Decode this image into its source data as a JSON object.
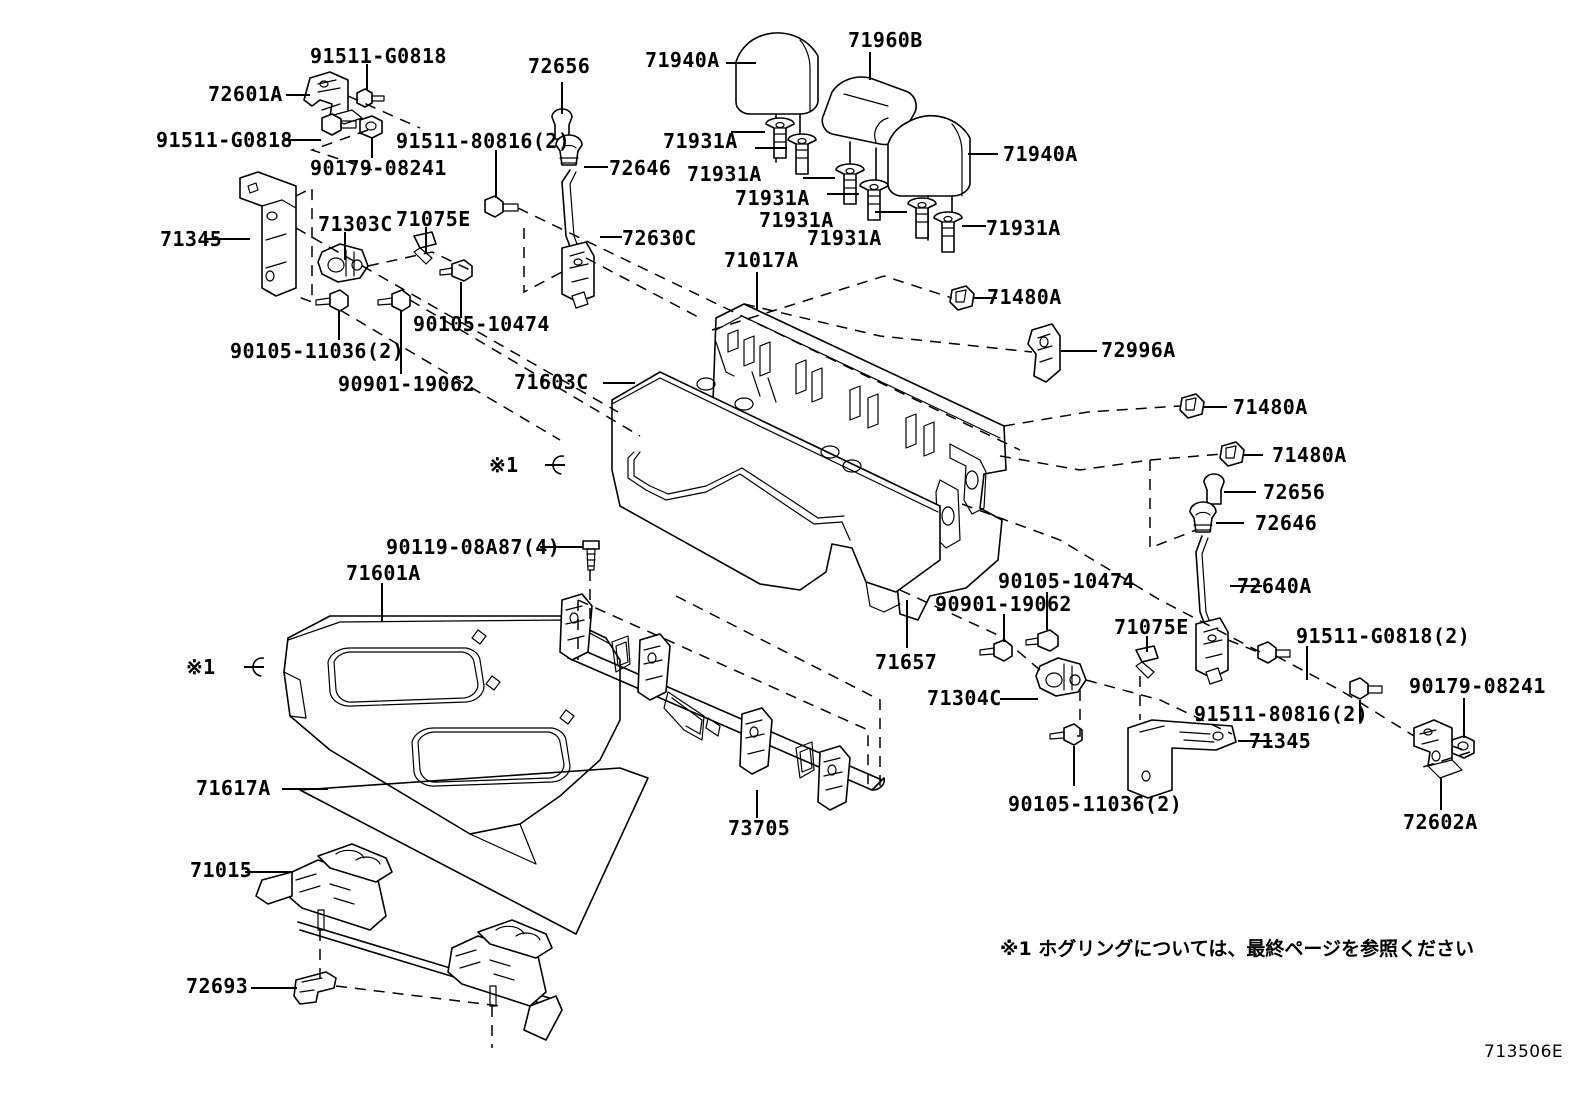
{
  "diagram": {
    "code": "713506E",
    "note": "※1  ホグリングについては、最終ページを参照ください",
    "note_marker": "※1"
  },
  "labels": {
    "l_91511_G0818_top": "91511-G0818",
    "l_72601A": "72601A",
    "l_72656_top": "72656",
    "l_71940A_left": "71940A",
    "l_71960B": "71960B",
    "l_91511_G0818_left": "91511-G0818",
    "l_91511_80816_top": "91511-80816(2)",
    "l_72646_top": "72646",
    "l_71931A_1": "71931A",
    "l_71940A_right": "71940A",
    "l_90179_08241_top": "90179-08241",
    "l_71931A_2": "71931A",
    "l_71075E_top": "71075E",
    "l_71931A_3": "71931A",
    "l_72630C": "72630C",
    "l_71931A_4": "71931A",
    "l_71931A_5": "71931A",
    "l_71931A_6": "71931A",
    "l_71345_top": "71345",
    "l_71303C": "71303C",
    "l_71017A": "71017A",
    "l_71480A_1": "71480A",
    "l_90105_10474_top": "90105-10474",
    "l_72996A": "72996A",
    "l_90105_11036_top": "90105-11036(2)",
    "l_71603C": "71603C",
    "l_71480A_2": "71480A",
    "l_90901_19062_top": "90901-19062",
    "l_71480A_3": "71480A",
    "l_hog_1": "※1",
    "l_72656_right": "72656",
    "l_72646_right": "72646",
    "l_90119_08A87": "90119-08A87(4)",
    "l_71601A": "71601A",
    "l_90105_10474_bot": "90105-10474",
    "l_72640A": "72640A",
    "l_90901_19062_bot": "90901-19062",
    "l_71075E_bot": "71075E",
    "l_91511_G0818_bot": "91511-G0818(2)",
    "l_hog_2": "※1",
    "l_71657": "71657",
    "l_71304C": "71304C",
    "l_90179_08241_bot": "90179-08241",
    "l_91511_80816_bot": "91511-80816(2)",
    "l_71345_bot": "71345",
    "l_71617A": "71617A",
    "l_73705": "73705",
    "l_90105_11036_bot": "90105-11036(2)",
    "l_72602A": "72602A",
    "l_71015": "71015",
    "l_72693": "72693"
  },
  "colors": {
    "line": "#000000",
    "background": "#ffffff"
  }
}
